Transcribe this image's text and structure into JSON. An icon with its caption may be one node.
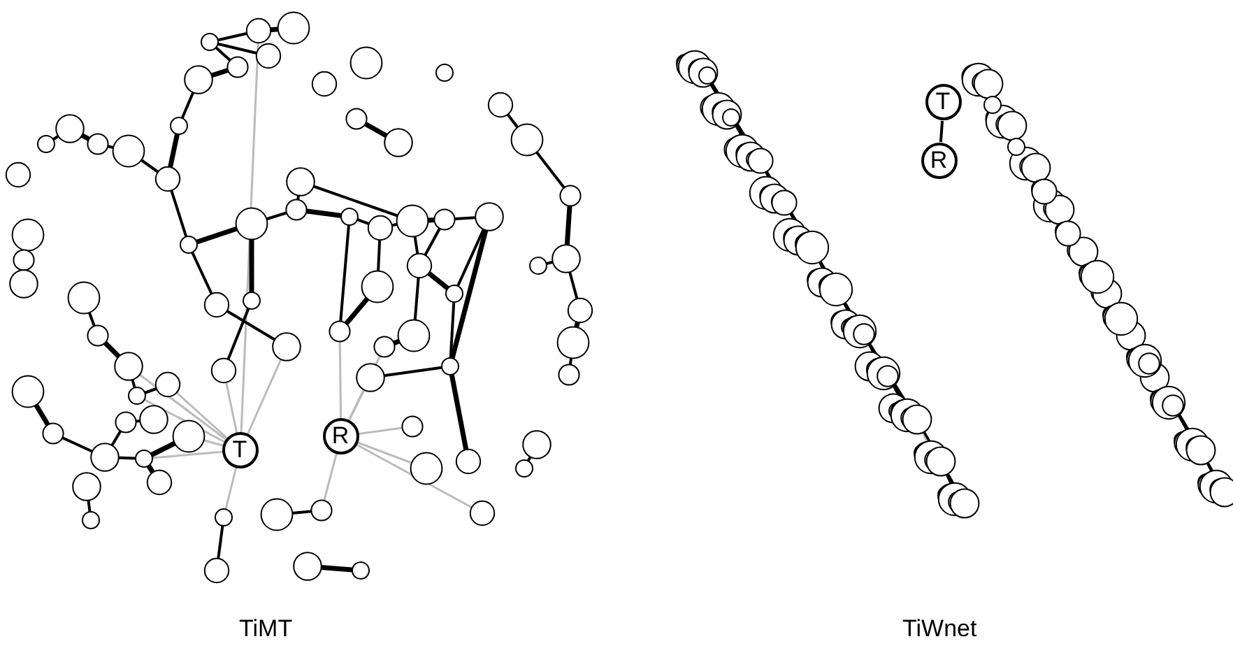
{
  "diagram": {
    "nodes": [
      {
        "text": [
          "T"
        ]
      },
      {
        "text": [
          "R"
        ]
      },
      {
        "text": [
          "T"
        ]
      },
      {
        "text": [
          "R"
        ]
      }
    ],
    "edges": [
      {
        "from": 2,
        "to": 3,
        "arrow": "none"
      }
    ],
    "labels": [
      "TiMT",
      "TiWnet"
    ]
  }
}
